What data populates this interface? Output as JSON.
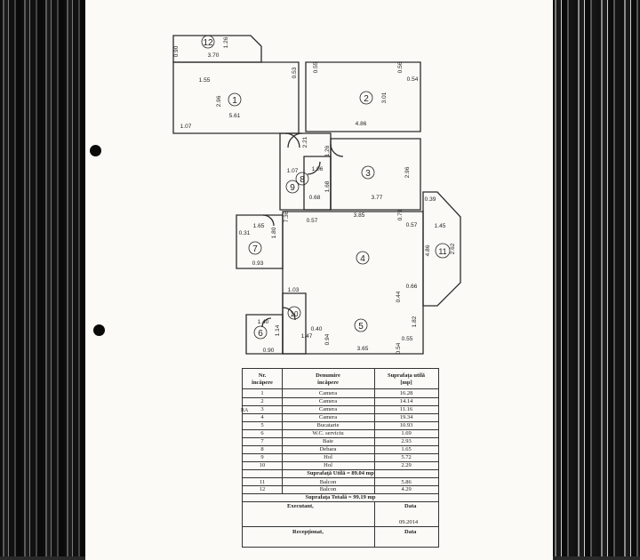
{
  "rooms": [
    {
      "nr": "1",
      "name": "Camera",
      "area": "16.28"
    },
    {
      "nr": "2",
      "name": "Camera",
      "area": "14.14"
    },
    {
      "nr": "3",
      "name": "Camera",
      "area": "11.16"
    },
    {
      "nr": "4",
      "name": "Camera",
      "area": "19.34"
    },
    {
      "nr": "5",
      "name": "Bucatarie",
      "area": "10.93"
    },
    {
      "nr": "6",
      "name": "W.C. serviciu",
      "area": "1.69"
    },
    {
      "nr": "7",
      "name": "Baie",
      "area": "2.93"
    },
    {
      "nr": "8",
      "name": "Debara",
      "area": "1.65"
    },
    {
      "nr": "9",
      "name": "Hol",
      "area": "5.72"
    },
    {
      "nr": "10",
      "name": "Hol",
      "area": "2.29"
    }
  ],
  "balconies": [
    {
      "nr": "11",
      "name": "Balcon",
      "area": "5.86"
    },
    {
      "nr": "12",
      "name": "Balcon",
      "area": "4.29"
    }
  ],
  "table": {
    "h_nr": "Nr.",
    "h_nr2": "încăpere",
    "h_name": "Denumire",
    "h_name2": "încăpere",
    "h_area": "Suprafaţa utilă",
    "h_area2": "[mp]",
    "useful_total": "Suprafaţă Utilă = 89.04 mp",
    "grand_total": "Suprafaţa Totală = 99.19 mp",
    "executed": "Executant,",
    "date_label": "Data",
    "date": "09.2014",
    "received": "Recepţionat,",
    "date_label2": "Data",
    "margin_mark": "RA"
  },
  "plan": {
    "labels": {
      "r1": "1",
      "r2": "2",
      "r3": "3",
      "r4": "4",
      "r5": "5",
      "r6": "6",
      "r7": "7",
      "r8": "8",
      "r9": "9",
      "r10": "10",
      "r11": "11",
      "r12": "12",
      "d_370": "3.70",
      "d_090a": "0.90",
      "d_126a": "1.26",
      "d_155": "1.55",
      "d_053": "0.53",
      "d_055": "0.55",
      "d_056": "0.56",
      "d_054": "0.54",
      "d_296a": "2.96",
      "d_561": "5.61",
      "d_301": "3.01",
      "d_486": "4.86",
      "d_107a": "1.07",
      "d_221": "2.21",
      "d_126b": "1.26",
      "d_107b": "1.07",
      "d_106": "1.06",
      "d_168": "1.68",
      "d_068": "0.68",
      "d_377": "3.77",
      "d_296b": "2.96",
      "d_039": "0.39",
      "d_736": "7.36",
      "d_057a": "0.57",
      "d_385": "3.85",
      "d_079": "0.79",
      "d_057b": "0.57",
      "d_145": "1.45",
      "d_262": "2.62",
      "d_486b": "4.86",
      "d_165": "1.65",
      "d_031": "0.31",
      "d_180": "1.80",
      "d_093": "0.93",
      "d_103": "1.03",
      "d_044": "0.44",
      "d_066": "0.66",
      "d_182": "1.82",
      "d_140": "1.40",
      "d_114": "1.14",
      "d_040": "0.40",
      "d_147": "1.47",
      "d_094": "0.94",
      "d_365": "3.65",
      "d_054b": "0.54",
      "d_055b": "0.55",
      "d_090b": "0.90"
    }
  }
}
